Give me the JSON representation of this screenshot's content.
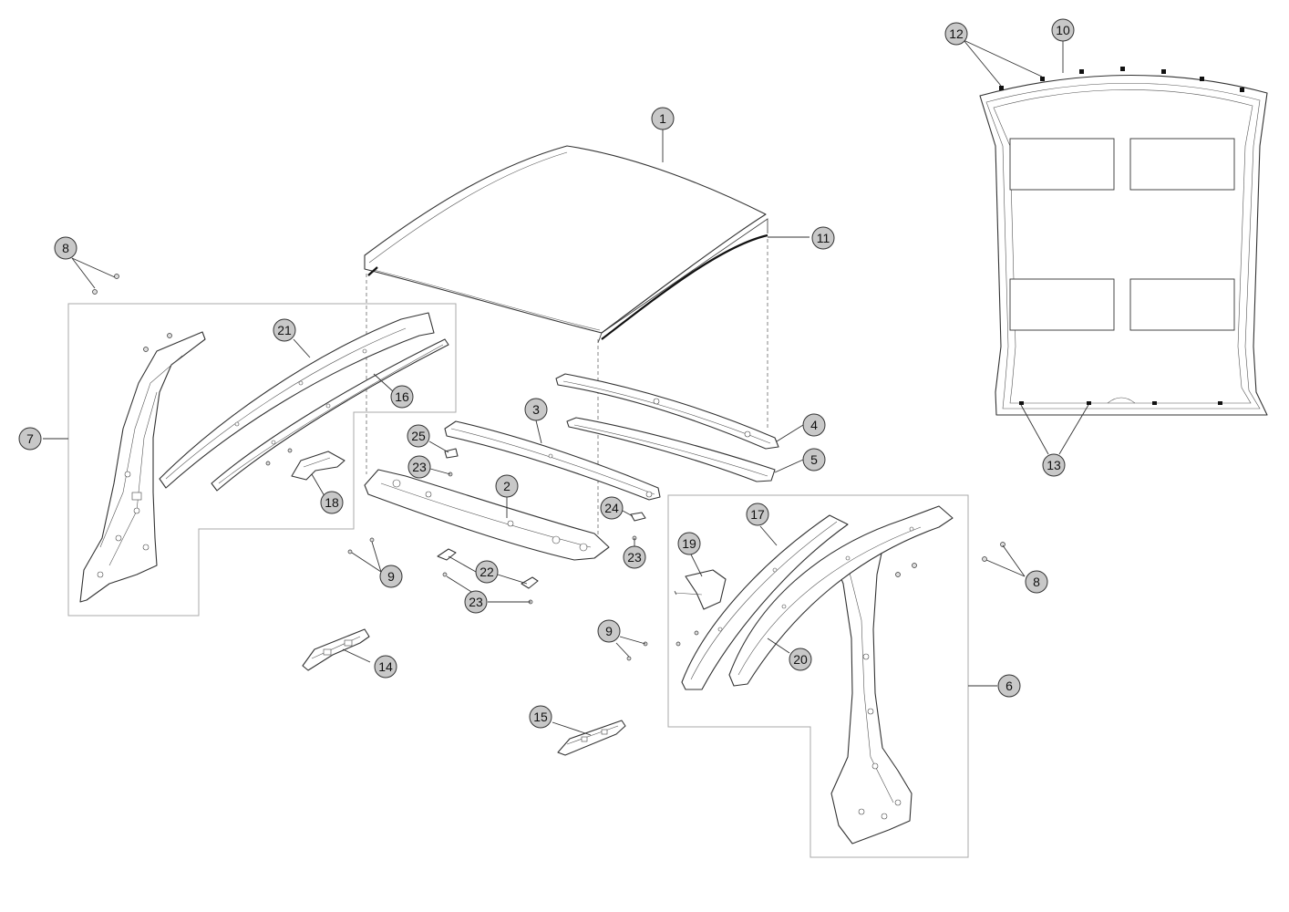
{
  "callouts": [
    {
      "id": "c1",
      "label": "1"
    },
    {
      "id": "c2",
      "label": "2"
    },
    {
      "id": "c3",
      "label": "3"
    },
    {
      "id": "c4",
      "label": "4"
    },
    {
      "id": "c5",
      "label": "5"
    },
    {
      "id": "c6",
      "label": "6"
    },
    {
      "id": "c7",
      "label": "7"
    },
    {
      "id": "c8a",
      "label": "8"
    },
    {
      "id": "c8b",
      "label": "8"
    },
    {
      "id": "c9a",
      "label": "9"
    },
    {
      "id": "c9b",
      "label": "9"
    },
    {
      "id": "c10",
      "label": "10"
    },
    {
      "id": "c11",
      "label": "11"
    },
    {
      "id": "c12",
      "label": "12"
    },
    {
      "id": "c13",
      "label": "13"
    },
    {
      "id": "c14",
      "label": "14"
    },
    {
      "id": "c15",
      "label": "15"
    },
    {
      "id": "c16",
      "label": "16"
    },
    {
      "id": "c17",
      "label": "17"
    },
    {
      "id": "c18",
      "label": "18"
    },
    {
      "id": "c19",
      "label": "19"
    },
    {
      "id": "c20",
      "label": "20"
    },
    {
      "id": "c21",
      "label": "21"
    },
    {
      "id": "c22",
      "label": "22"
    },
    {
      "id": "c23a",
      "label": "23"
    },
    {
      "id": "c23b",
      "label": "23"
    },
    {
      "id": "c23c",
      "label": "23"
    },
    {
      "id": "c24",
      "label": "24"
    },
    {
      "id": "c25",
      "label": "25"
    }
  ]
}
